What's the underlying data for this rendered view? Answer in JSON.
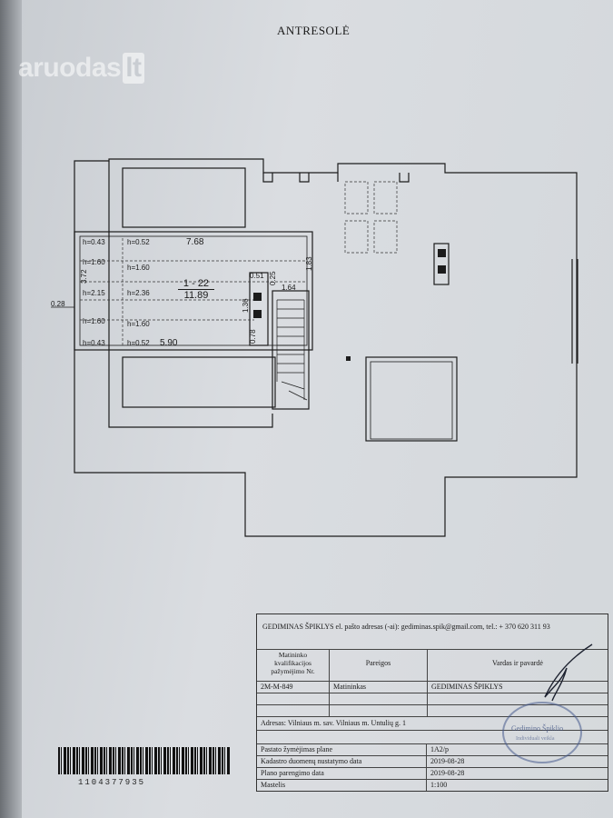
{
  "header": {
    "title": "ANTRESOLĖ"
  },
  "watermark": {
    "brand": "aruodas",
    "tld": "lt"
  },
  "plan": {
    "heights": [
      "h=0.43",
      "h=0.52",
      "h=1.60",
      "h=1.60",
      "h=2.15",
      "h=2.36",
      "h=1.60",
      "h=1.60",
      "h=0.43",
      "h=0.52"
    ],
    "dims": [
      "7.68",
      "5.90",
      "1.83",
      "0.51",
      "0.25",
      "1.64",
      "1.36",
      "0.78",
      "3.72",
      "0.28"
    ],
    "room_id": "1 - 22",
    "room_area": "11.89"
  },
  "title_block": {
    "author_line": "GEDIMINAS ŠPIKLYS el. pašto adresas (-ai): gediminas.spik@gmail.com, tel.: + 370 620 311 93",
    "col1": "Matininko kvalifikacijos pažymėjimo Nr.",
    "col2": "Pareigos",
    "col3": "Vardas ir pavardė",
    "cert": "2M-M-849",
    "role": "Matininkas",
    "name": "GEDIMINAS ŠPIKLYS",
    "address": "Adresas: Vilniaus m. sav. Vilniaus m. Untulių g. 1",
    "rows": [
      {
        "label": "Pastato žymėjimas plane",
        "value": "1A2/p"
      },
      {
        "label": "Kadastro duomenų nustatymo data",
        "value": "2019-08-28"
      },
      {
        "label": "Plano parengimo data",
        "value": "2019-08-28"
      },
      {
        "label": "Mastelis",
        "value": "1:100"
      }
    ]
  },
  "barcode": {
    "number": "1104377935"
  },
  "stamp": {
    "text": "Gedimino Špiklio",
    "sub": "Individuali veikla"
  }
}
